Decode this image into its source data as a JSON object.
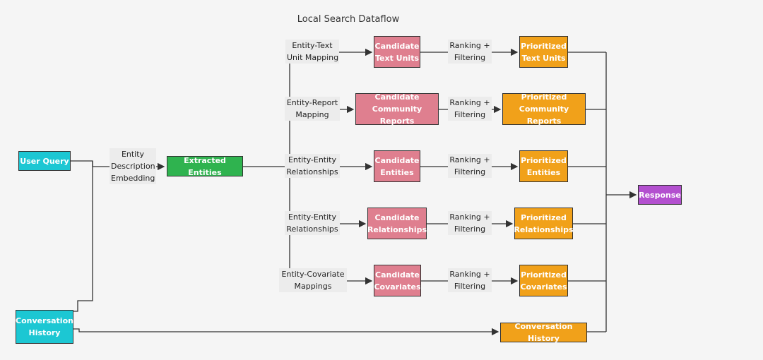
{
  "title": "Local Search Dataflow",
  "nodes": {
    "user_query": "User Query",
    "conversation_history_in": [
      "Conversation",
      "History"
    ],
    "extracted_entities": "Extracted Entities",
    "cand_text_units": [
      "Candidate",
      "Text Units"
    ],
    "cand_community_reports": [
      "Candidate",
      "Community Reports"
    ],
    "cand_entities": [
      "Candidate",
      "Entities"
    ],
    "cand_relationships": [
      "Candidate",
      "Relationships"
    ],
    "cand_covariates": [
      "Candidate",
      "Covariates"
    ],
    "prio_text_units": [
      "Prioritized",
      "Text Units"
    ],
    "prio_community_reports": [
      "Prioritized",
      "Community Reports"
    ],
    "prio_entities": [
      "Prioritized",
      "Entities"
    ],
    "prio_relationships": [
      "Prioritized",
      "Relationships"
    ],
    "prio_covariates": [
      "Prioritized",
      "Covariates"
    ],
    "conversation_history_out": "Conversation History",
    "response": "Response"
  },
  "edge_labels": {
    "embedding": [
      "Entity",
      "Description",
      "Embedding"
    ],
    "text_unit_mapping": [
      "Entity-Text",
      "Unit Mapping"
    ],
    "report_mapping": [
      "Entity-Report",
      "Mapping"
    ],
    "entity_relationships_1": [
      "Entity-Entity",
      "Relationships"
    ],
    "entity_relationships_2": [
      "Entity-Entity",
      "Relationships"
    ],
    "covariate_mappings": [
      "Entity-Covariate",
      "Mappings"
    ],
    "ranking": [
      "Ranking +",
      "Filtering"
    ]
  },
  "colors": {
    "input": "#1cc7d3",
    "extracted": "#2fb34f",
    "candidate": "#df7f8f",
    "prioritized": "#f1a11a",
    "response": "#b350cf",
    "edge": "#333333",
    "background": "#f5f5f5"
  }
}
